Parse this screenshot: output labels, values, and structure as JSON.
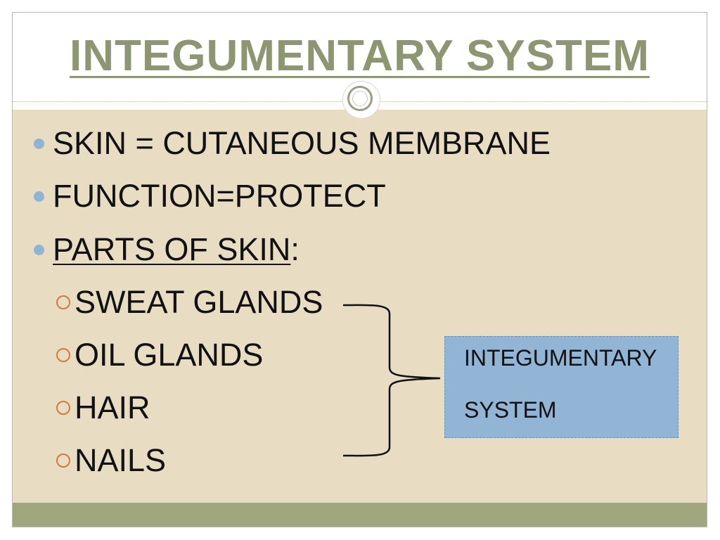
{
  "slide": {
    "title": "INTEGUMENTARY SYSTEM",
    "bullets": [
      {
        "text": "SKIN = CUTANEOUS MEMBRANE"
      },
      {
        "text": "FUNCTION=PROTECT"
      },
      {
        "text": "PARTS OF SKIN",
        "suffix": ":"
      }
    ],
    "sub_items": [
      "SWEAT GLANDS",
      "OIL GLANDS",
      "HAIR",
      "NAILS"
    ],
    "callout": {
      "line1": "INTEGUMENTARY",
      "line2": "SYSTEM"
    }
  },
  "colors": {
    "title": "#8c9670",
    "content_background": "#e8dcc3",
    "footer_band": "#a0a67e",
    "bullet_dot": "#8fb4d4",
    "sub_bullet_ring": "#d47a3a",
    "callout_background": "#92b5d5"
  }
}
